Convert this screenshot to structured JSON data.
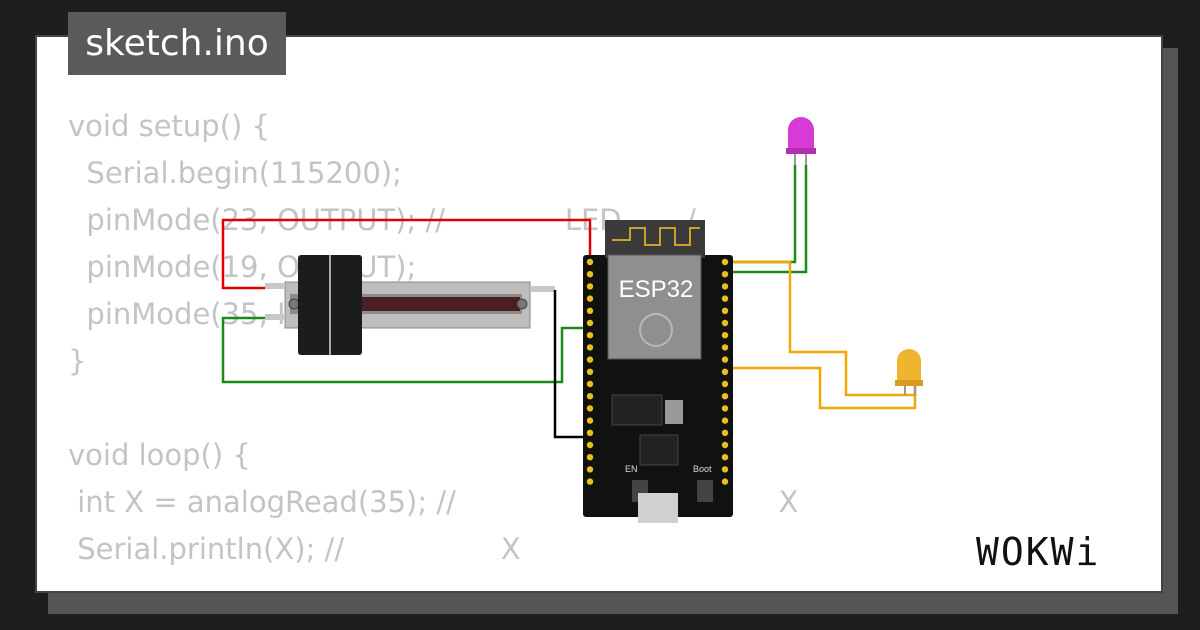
{
  "editor": {
    "tab_title": "sketch.ino",
    "code_lines": [
      "void setup() {",
      "  Serial.begin(115200);",
      "  pinMode(23, OUTPUT); //             LED       /",
      "  pinMode(19, OUTPUT);",
      "  pinMode(35, INPUT);",
      "}",
      "",
      "void loop() {",
      " int X = analogRead(35); //                                   X",
      " Serial.println(X); //                 X"
    ]
  },
  "circuit": {
    "board_label": "ESP32",
    "button_en_label": "EN",
    "button_boot_label": "Boot",
    "led_colors": {
      "magenta": "#d63bd6",
      "yellow": "#f0b430"
    },
    "wire_colors": {
      "red": "#e00000",
      "green": "#1a8a1a",
      "black": "#000000",
      "orange": "#f0a800"
    }
  },
  "brand": {
    "logo_text": "WOKWi"
  }
}
